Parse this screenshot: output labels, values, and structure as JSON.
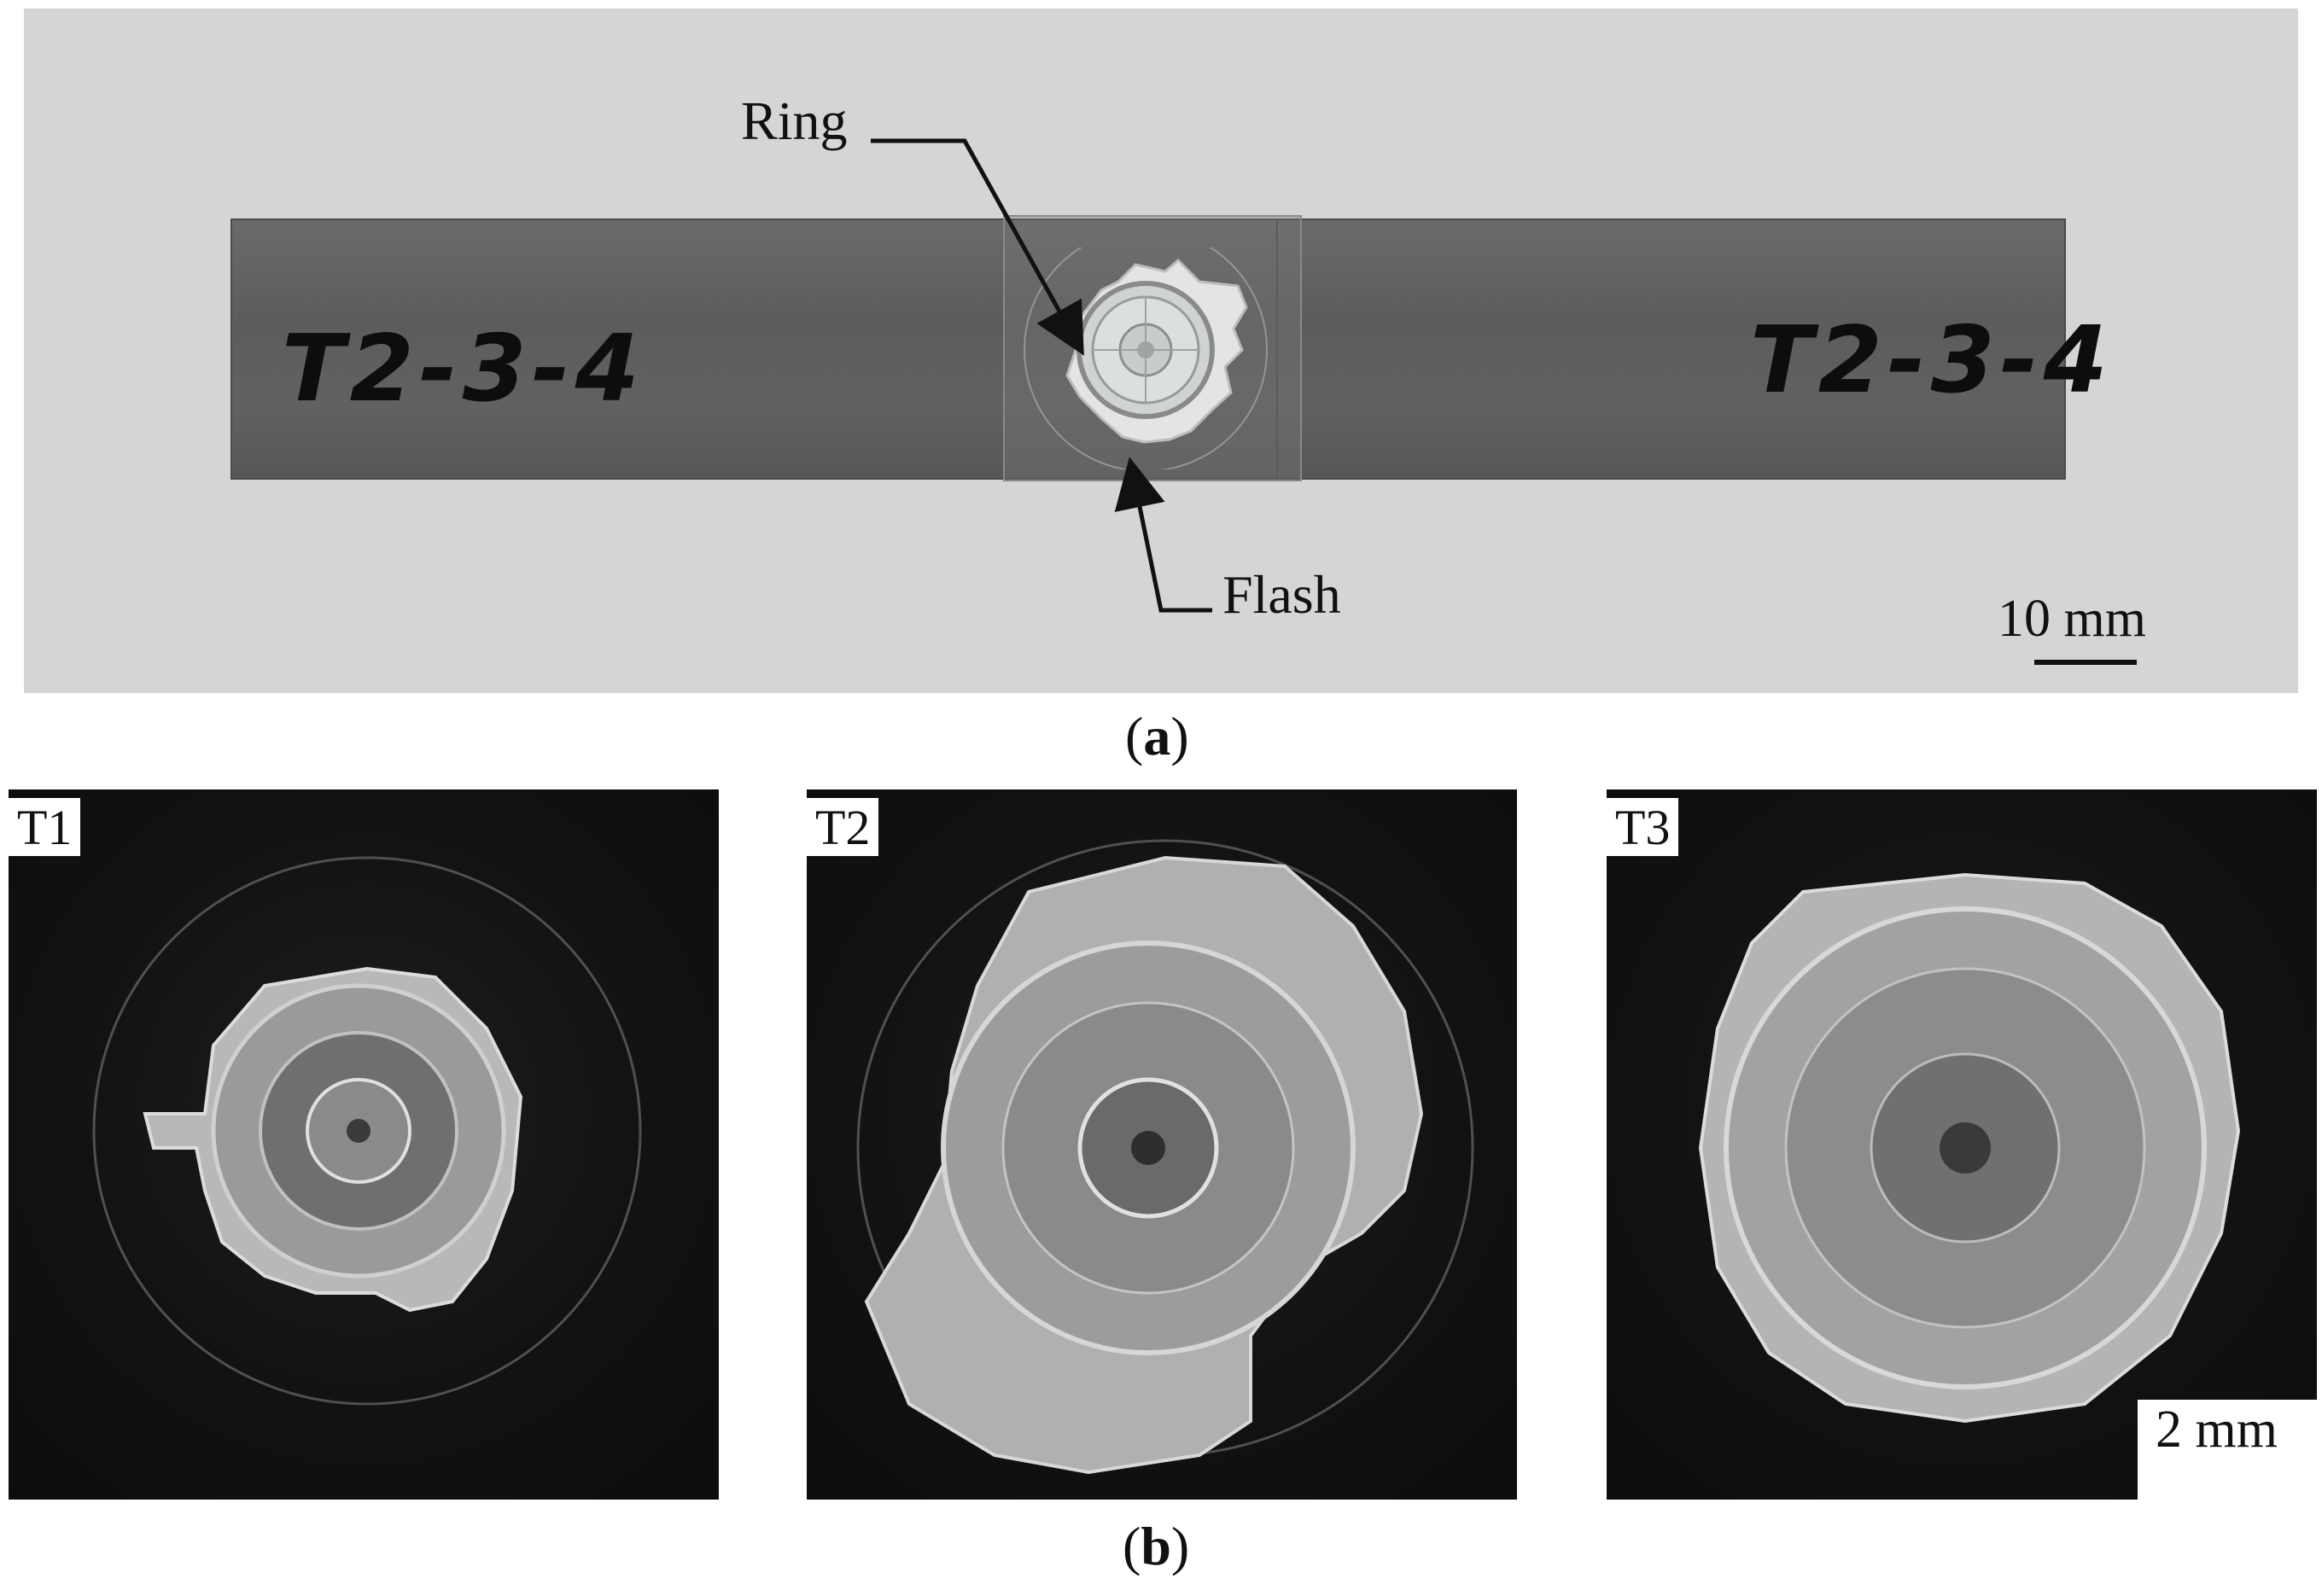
{
  "panel_a": {
    "label": "(a)",
    "ring_label": "Ring",
    "flash_label": "Flash",
    "scale_label": "10 mm",
    "marker_left": "T2-3-4",
    "marker_right": "T2-3-4"
  },
  "panel_b": {
    "label": "(b)",
    "scale_label": "2 mm",
    "tags": [
      "T1",
      "T2",
      "T3"
    ]
  },
  "colors": {
    "background_a": "#d6d4d6",
    "plate": "#5f5f5f",
    "specimen_bg": "#121212"
  }
}
